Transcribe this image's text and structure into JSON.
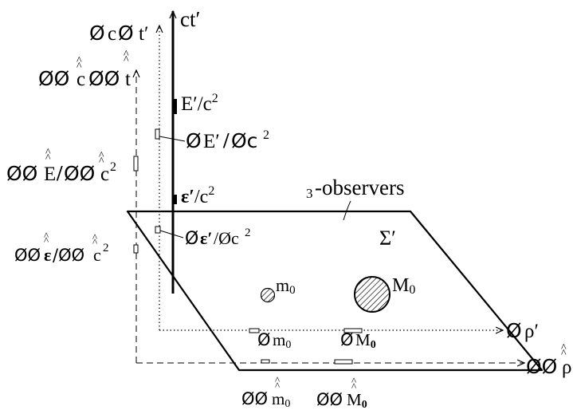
{
  "axes": {
    "ct": "ct′",
    "phi_ct": {
      "phi": "Ø",
      "c": "c",
      "t": "t′"
    },
    "phiphi_ct": {
      "phi": "ØØ",
      "c": "c",
      "t": "t"
    },
    "hat": "^",
    "phi_rho": {
      "phi": "Ø",
      "rho": "ρ′"
    },
    "phiphi_rho": {
      "phi": "ØØ",
      "rho": "ρ"
    }
  },
  "energies": {
    "E": "E′/c",
    "phiE_a": "Ø",
    "phiE_b": "E′",
    "slash": "/",
    "phiE_c": "Øc",
    "phiphiE_a": "ØØ",
    "phiphiE_b": "E",
    "phiphiE_c": "ØØ",
    "phiphiE_d": "c",
    "eps": "ε′",
    "eps_tail": "/c",
    "phiEps_a": "Ø",
    "phiEps_b": "ε′",
    "phiEps_c": "/Øc",
    "phiphiEps_a": "ØØ",
    "phiphiEps_b": "ε",
    "phiphiEps_c": "/ØØ",
    "phiphiEps_d": "c",
    "sq": "2"
  },
  "plane": {
    "label_num": "3",
    "label_text": "-observers",
    "sigma": "Σ′"
  },
  "masses": {
    "m_base": "m",
    "M_base": "M",
    "sub0": "0",
    "phi": "Ø",
    "phiphi": "ØØ"
  }
}
